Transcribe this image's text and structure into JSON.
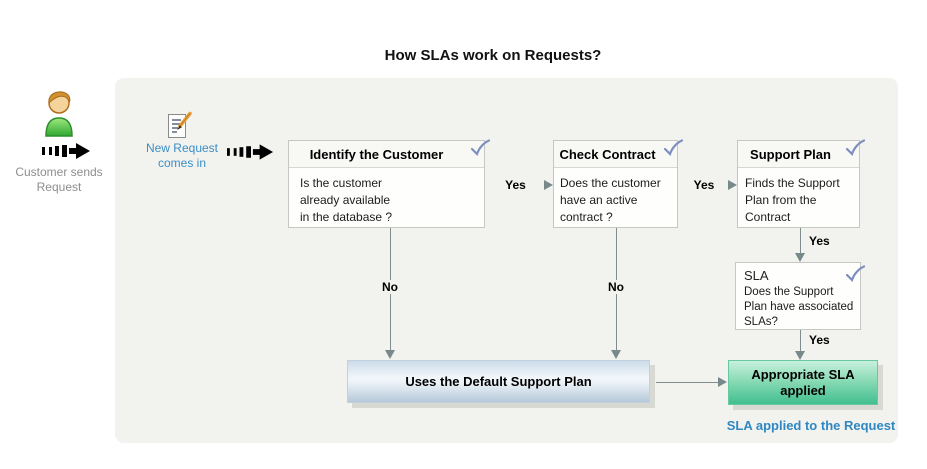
{
  "title": "How SLAs work on Requests?",
  "actor": {
    "label": "Customer sends\nRequest",
    "icon": "customer-person-icon"
  },
  "incoming": {
    "label": "New Request\ncomes in",
    "icon": "new-request-edit-icon"
  },
  "steps": {
    "identify": {
      "title": "Identify the Customer",
      "question": "Is the customer\nalready available\nin the database ?"
    },
    "contract": {
      "title": "Check Contract",
      "question": "Does the customer\nhave an active\ncontract ?"
    },
    "support_plan": {
      "title": "Support Plan",
      "question": "Finds the Support\nPlan from the\nContract"
    },
    "sla": {
      "title": "SLA",
      "question": "Does the Support\nPlan have associated\nSLAs?"
    }
  },
  "outcomes": {
    "default_plan": "Uses the Default Support Plan",
    "sla_applied": "Appropriate SLA\napplied",
    "footer_note": "SLA applied to the Request"
  },
  "labels": {
    "yes": "Yes",
    "no": "No"
  },
  "colors": {
    "panel_bg": "#f2f2ee",
    "connector_gray": "#7e8e8e",
    "link_blue": "#2f88c3",
    "request_label_blue": "#3a8fc6",
    "muted_gray_text": "#8e8e8e",
    "green_box_top": "#c8f0de",
    "green_box_bottom": "#42bf8e",
    "blue_box_top": "#ccdcea",
    "blue_box_bottom": "#b6c9da",
    "check_icon_blue": "#7c8fbf"
  }
}
